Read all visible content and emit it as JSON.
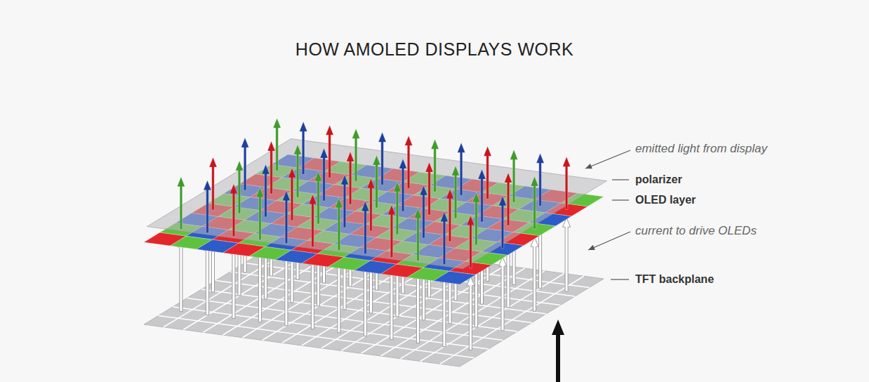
{
  "diagram": {
    "title": "HOW AMOLED DISPLAYS WORK",
    "labels": [
      "emitted light from display",
      "polarizer",
      "OLED layer",
      "current to drive OLEDs",
      "TFT backplane"
    ]
  }
}
